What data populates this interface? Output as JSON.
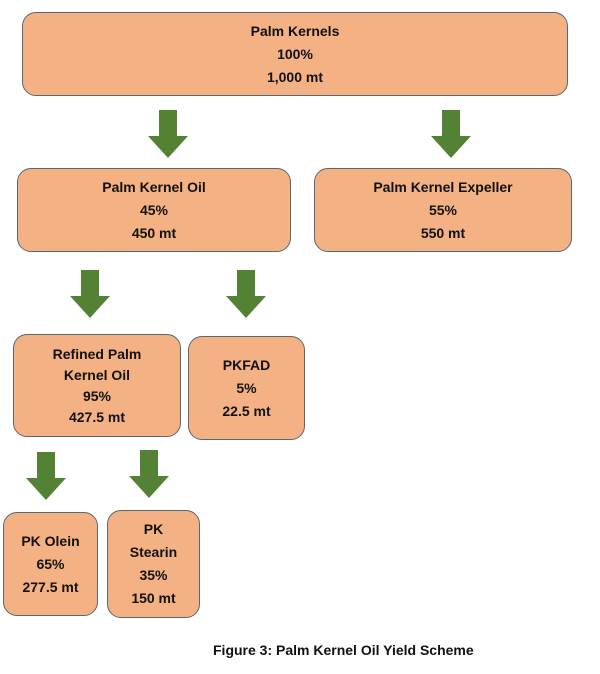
{
  "diagram": {
    "nodes": {
      "palm_kernels": {
        "name": "Palm Kernels",
        "percent": "100%",
        "amount": "1,000 mt"
      },
      "palm_kernel_oil": {
        "name": "Palm Kernel Oil",
        "percent": "45%",
        "amount": "450 mt"
      },
      "palm_kernel_expeller": {
        "name": "Palm Kernel Expeller",
        "percent": "55%",
        "amount": "550 mt"
      },
      "refined_pko": {
        "name_line1": "Refined Palm",
        "name_line2": "Kernel Oil",
        "percent": "95%",
        "amount": "427.5 mt"
      },
      "pkfad": {
        "name": "PKFAD",
        "percent": "5%",
        "amount": "22.5 mt"
      },
      "pk_olein": {
        "name": "PK Olein",
        "percent": "65%",
        "amount": "277.5 mt"
      },
      "pk_stearin": {
        "name_line1": "PK",
        "name_line2": "Stearin",
        "percent": "35%",
        "amount": "150 mt"
      }
    },
    "edges": [
      {
        "from": "Palm Kernels",
        "to": "Palm Kernel Oil"
      },
      {
        "from": "Palm Kernels",
        "to": "Palm Kernel Expeller"
      },
      {
        "from": "Palm Kernel Oil",
        "to": "Refined Palm Kernel Oil"
      },
      {
        "from": "Palm Kernel Oil",
        "to": "PKFAD"
      },
      {
        "from": "Refined Palm Kernel Oil",
        "to": "PK Olein"
      },
      {
        "from": "Refined Palm Kernel Oil",
        "to": "PK Stearin"
      }
    ],
    "colors": {
      "box_fill": "#f4b183",
      "box_border": "#5b6770",
      "arrow_fill": "#548235"
    }
  },
  "caption": "Figure 3: Palm Kernel Oil Yield Scheme"
}
